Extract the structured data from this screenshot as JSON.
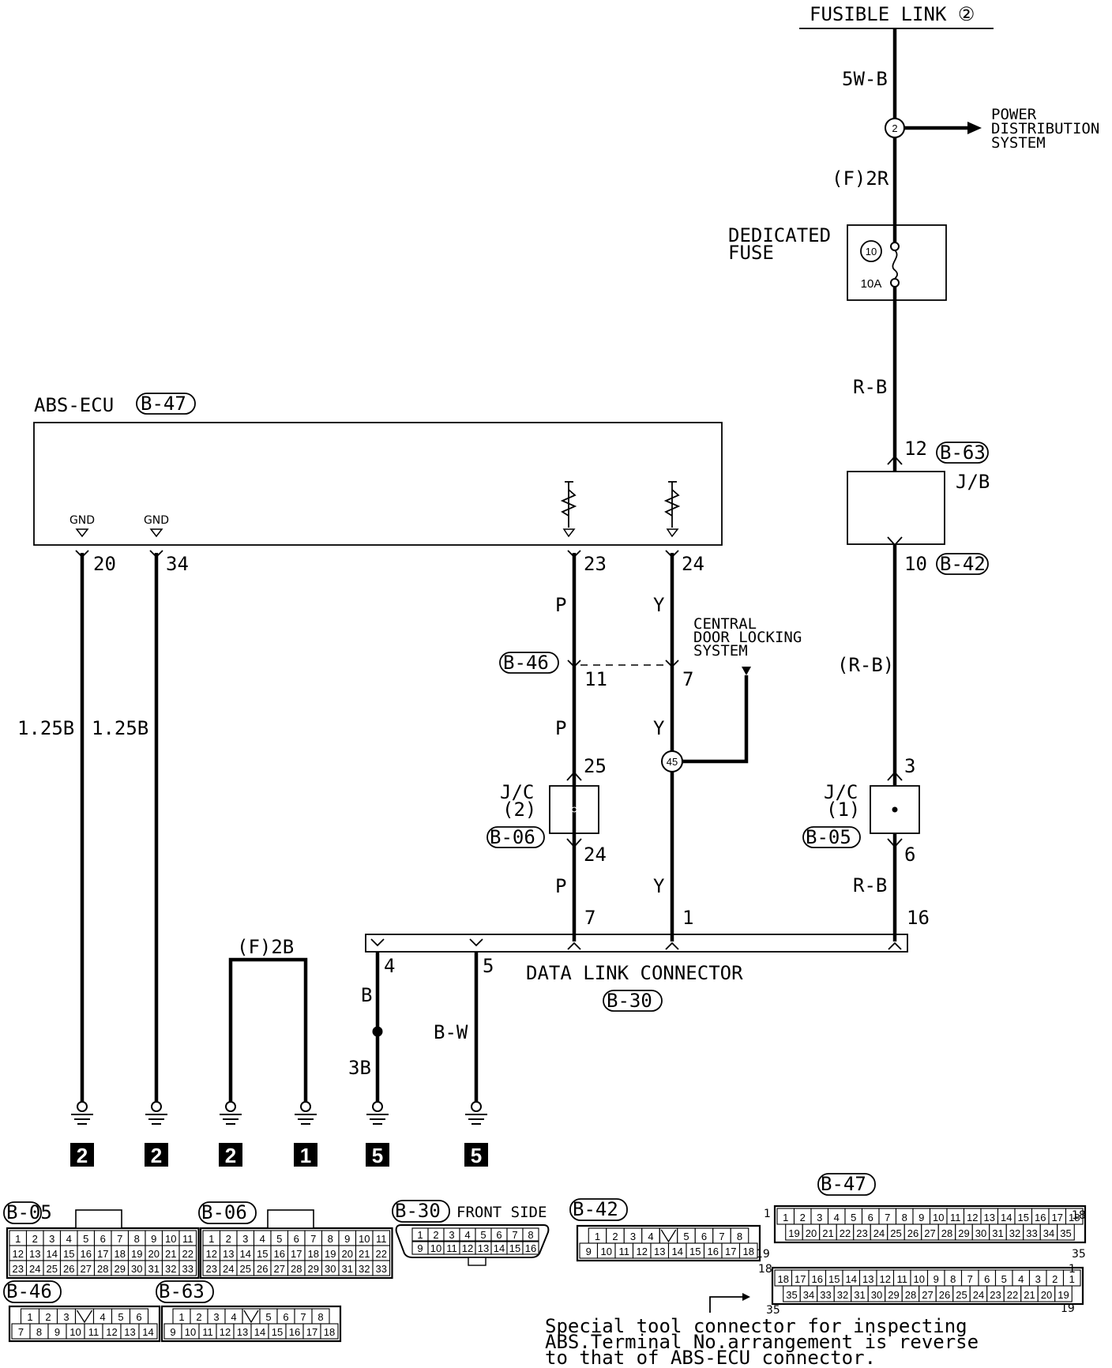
{
  "fusible_link": "FUSIBLE LINK ②",
  "power_distribution": [
    "POWER",
    "DISTRIBUTION",
    "SYSTEM"
  ],
  "central_door_locking": [
    "CENTRAL",
    "DOOR LOCKING",
    "SYSTEM"
  ],
  "dedicated_fuse": [
    "DEDICATED",
    "FUSE"
  ],
  "fuse_number": "10",
  "fuse_rating": "10A",
  "junction_2": "2",
  "junction_45": "45",
  "abs_ecu": "ABS-ECU",
  "gnd_label": "GND",
  "jb_label": "J/B",
  "jc1_label": [
    "J/C",
    "(1)"
  ],
  "jc2_label": [
    "J/C",
    "(2)"
  ],
  "data_link_connector": "DATA LINK CONNECTOR",
  "connectors": {
    "b47": "B-47",
    "b63": "B-63",
    "b42": "B-42",
    "b46": "B-46",
    "b06": "B-06",
    "b05": "B-05",
    "b30": "B-30"
  },
  "wires": {
    "5w_b": "5W-B",
    "f_2r": "(F)2R",
    "r_b": "R-B",
    "r_b_paren": "(R-B)",
    "p": "P",
    "y": "Y",
    "b": "B",
    "b_w": "B-W",
    "3b": "3B",
    "1_25b": "1.25B",
    "f_2b": "(F)2B"
  },
  "pins": {
    "ecu_20": "20",
    "ecu_34": "34",
    "ecu_23": "23",
    "ecu_24": "24",
    "b63_12": "12",
    "b42_10": "10",
    "b46_11": "11",
    "b46_7": "7",
    "b06_25": "25",
    "b06_24": "24",
    "b05_3": "3",
    "b05_6": "6",
    "dlc_7": "7",
    "dlc_1": "1",
    "dlc_16": "16",
    "dlc_4": "4",
    "dlc_5": "5"
  },
  "grounds": [
    "2",
    "2",
    "2",
    "1",
    "5",
    "5"
  ],
  "front_side": "FRONT SIDE",
  "connector_faces": {
    "b05_rows": [
      [
        "1",
        "2",
        "3",
        "4",
        "5",
        "6",
        "7",
        "8",
        "9",
        "10",
        "11"
      ],
      [
        "12",
        "13",
        "14",
        "15",
        "16",
        "17",
        "18",
        "19",
        "20",
        "21",
        "22"
      ],
      [
        "23",
        "24",
        "25",
        "26",
        "27",
        "28",
        "29",
        "30",
        "31",
        "32",
        "33"
      ]
    ],
    "b06_rows": [
      [
        "1",
        "2",
        "3",
        "4",
        "5",
        "6",
        "7",
        "8",
        "9",
        "10",
        "11"
      ],
      [
        "12",
        "13",
        "14",
        "15",
        "16",
        "17",
        "18",
        "19",
        "20",
        "21",
        "22"
      ],
      [
        "23",
        "24",
        "25",
        "26",
        "27",
        "28",
        "29",
        "30",
        "31",
        "32",
        "33"
      ]
    ],
    "b30_rows": [
      [
        "1",
        "2",
        "3",
        "4",
        "5",
        "6",
        "7",
        "8"
      ],
      [
        "9",
        "10",
        "11",
        "12",
        "13",
        "14",
        "15",
        "16"
      ]
    ],
    "b42_rows": [
      [
        "1",
        "2",
        "3",
        "4",
        "",
        "5",
        "6",
        "7",
        "8"
      ],
      [
        "9",
        "10",
        "11",
        "12",
        "13",
        "14",
        "15",
        "16",
        "17",
        "18"
      ]
    ],
    "b46_rows": [
      [
        "1",
        "2",
        "3",
        "",
        "4",
        "5",
        "6"
      ],
      [
        "7",
        "8",
        "9",
        "10",
        "11",
        "12",
        "13",
        "14"
      ]
    ],
    "b63_rows": [
      [
        "1",
        "2",
        "3",
        "4",
        "",
        "5",
        "6",
        "7",
        "8"
      ],
      [
        "9",
        "10",
        "11",
        "12",
        "13",
        "14",
        "15",
        "16",
        "17",
        "18"
      ]
    ],
    "b47a_rows": [
      [
        "1",
        "2",
        "3",
        "4",
        "5",
        "6",
        "7",
        "8",
        "9",
        "10",
        "11",
        "12",
        "13",
        "14",
        "15",
        "16",
        "17",
        "18"
      ],
      [
        "19",
        "20",
        "21",
        "22",
        "23",
        "24",
        "25",
        "26",
        "27",
        "28",
        "29",
        "30",
        "31",
        "32",
        "33",
        "34",
        "35"
      ]
    ],
    "b47b_rows": [
      [
        "18",
        "17",
        "16",
        "15",
        "14",
        "13",
        "12",
        "11",
        "10",
        "9",
        "8",
        "7",
        "6",
        "5",
        "4",
        "3",
        "2",
        "1"
      ],
      [
        "35",
        "34",
        "33",
        "32",
        "31",
        "30",
        "29",
        "28",
        "27",
        "26",
        "25",
        "24",
        "23",
        "22",
        "21",
        "20",
        "19"
      ]
    ],
    "b47a_corners": [
      "1",
      "18",
      "19",
      "35"
    ],
    "b47b_corners": [
      "18",
      "1",
      "35",
      "19"
    ]
  },
  "note": [
    "Special tool connector for inspecting",
    "ABS.Terminal No.arrangement is reverse",
    "to that of ABS-ECU connector."
  ]
}
